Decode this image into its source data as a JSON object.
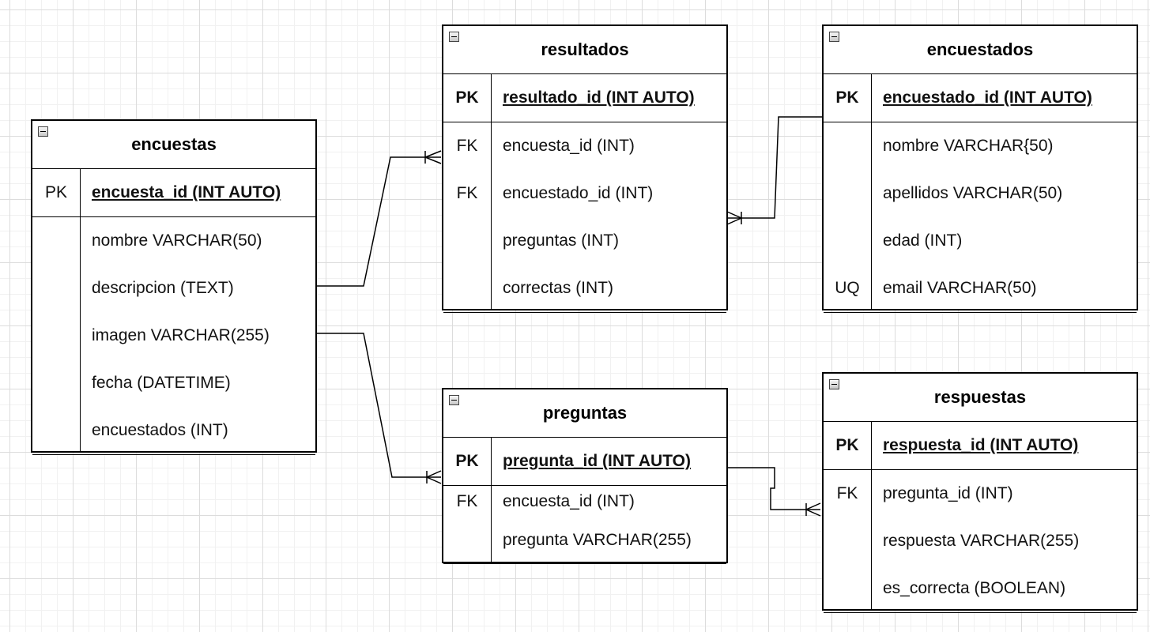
{
  "tables": {
    "encuestas": {
      "title": "encuestas",
      "pk": {
        "key": "PK",
        "name": "encuesta_id (INT AUTO)"
      },
      "fields": [
        {
          "key": "",
          "name": "nombre VARCHAR(50)"
        },
        {
          "key": "",
          "name": "descripcion (TEXT)"
        },
        {
          "key": "",
          "name": "imagen VARCHAR(255)"
        },
        {
          "key": "",
          "name": "fecha (DATETIME)"
        },
        {
          "key": "",
          "name": "encuestados (INT)"
        }
      ]
    },
    "resultados": {
      "title": "resultados",
      "pk": {
        "key": "PK",
        "name": "resultado_id (INT AUTO)"
      },
      "fields": [
        {
          "key": "FK",
          "name": "encuesta_id (INT)"
        },
        {
          "key": "FK",
          "name": "encuestado_id (INT)"
        },
        {
          "key": "",
          "name": "preguntas (INT)"
        },
        {
          "key": "",
          "name": "correctas (INT)"
        }
      ]
    },
    "encuestados": {
      "title": "encuestados",
      "pk": {
        "key": "PK",
        "name": "encuestado_id (INT AUTO)"
      },
      "fields": [
        {
          "key": "",
          "name": "nombre VARCHAR{50)"
        },
        {
          "key": "",
          "name": "apellidos VARCHAR(50)"
        },
        {
          "key": "",
          "name": "edad (INT)"
        },
        {
          "key": "UQ",
          "name": "email VARCHAR(50)"
        }
      ]
    },
    "preguntas": {
      "title": "preguntas",
      "pk": {
        "key": "PK",
        "name": "pregunta_id (INT AUTO)"
      },
      "fields": [
        {
          "key": "FK",
          "name": "encuesta_id (INT)"
        },
        {
          "key": "",
          "name": "pregunta VARCHAR(255)"
        }
      ]
    },
    "respuestas": {
      "title": "respuestas",
      "pk": {
        "key": "PK",
        "name": "respuesta_id (INT AUTO)"
      },
      "fields": [
        {
          "key": "FK",
          "name": "pregunta_id (INT)"
        },
        {
          "key": "",
          "name": "respuesta VARCHAR(255)"
        },
        {
          "key": "",
          "name": "es_correcta (BOOLEAN)"
        }
      ]
    }
  },
  "relationships": [
    {
      "from": "encuestas.descripcion",
      "to": "resultados.encuesta_id",
      "cardinality": "one-to-many"
    },
    {
      "from": "encuestados.encuestado_id",
      "to": "resultados.encuestado_id",
      "cardinality": "one-to-many"
    },
    {
      "from": "encuestas.imagen",
      "to": "preguntas.encuesta_id",
      "cardinality": "one-to-many"
    },
    {
      "from": "preguntas.pregunta_id",
      "to": "respuestas.pregunta_id",
      "cardinality": "one-to-many"
    }
  ],
  "colors": {
    "border": "#000000",
    "grid": "#dcdcdc",
    "background": "#ffffff"
  }
}
